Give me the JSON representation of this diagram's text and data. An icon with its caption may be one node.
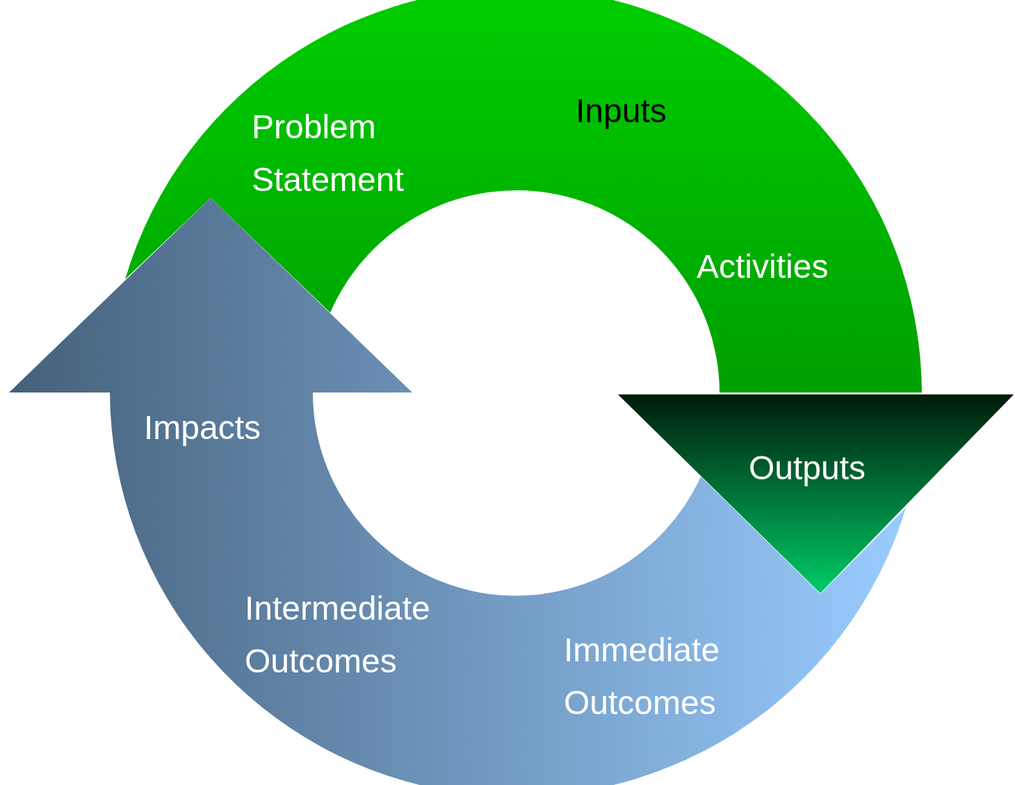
{
  "diagram": {
    "nodes": [
      {
        "text": [
          "Problem Statement",
          "Inputs",
          "Activities",
          "Outputs"
        ]
      },
      {
        "text": [
          "Impacts",
          "Intermediate Outcomes",
          "Immediate Outcomes"
        ]
      }
    ]
  }
}
